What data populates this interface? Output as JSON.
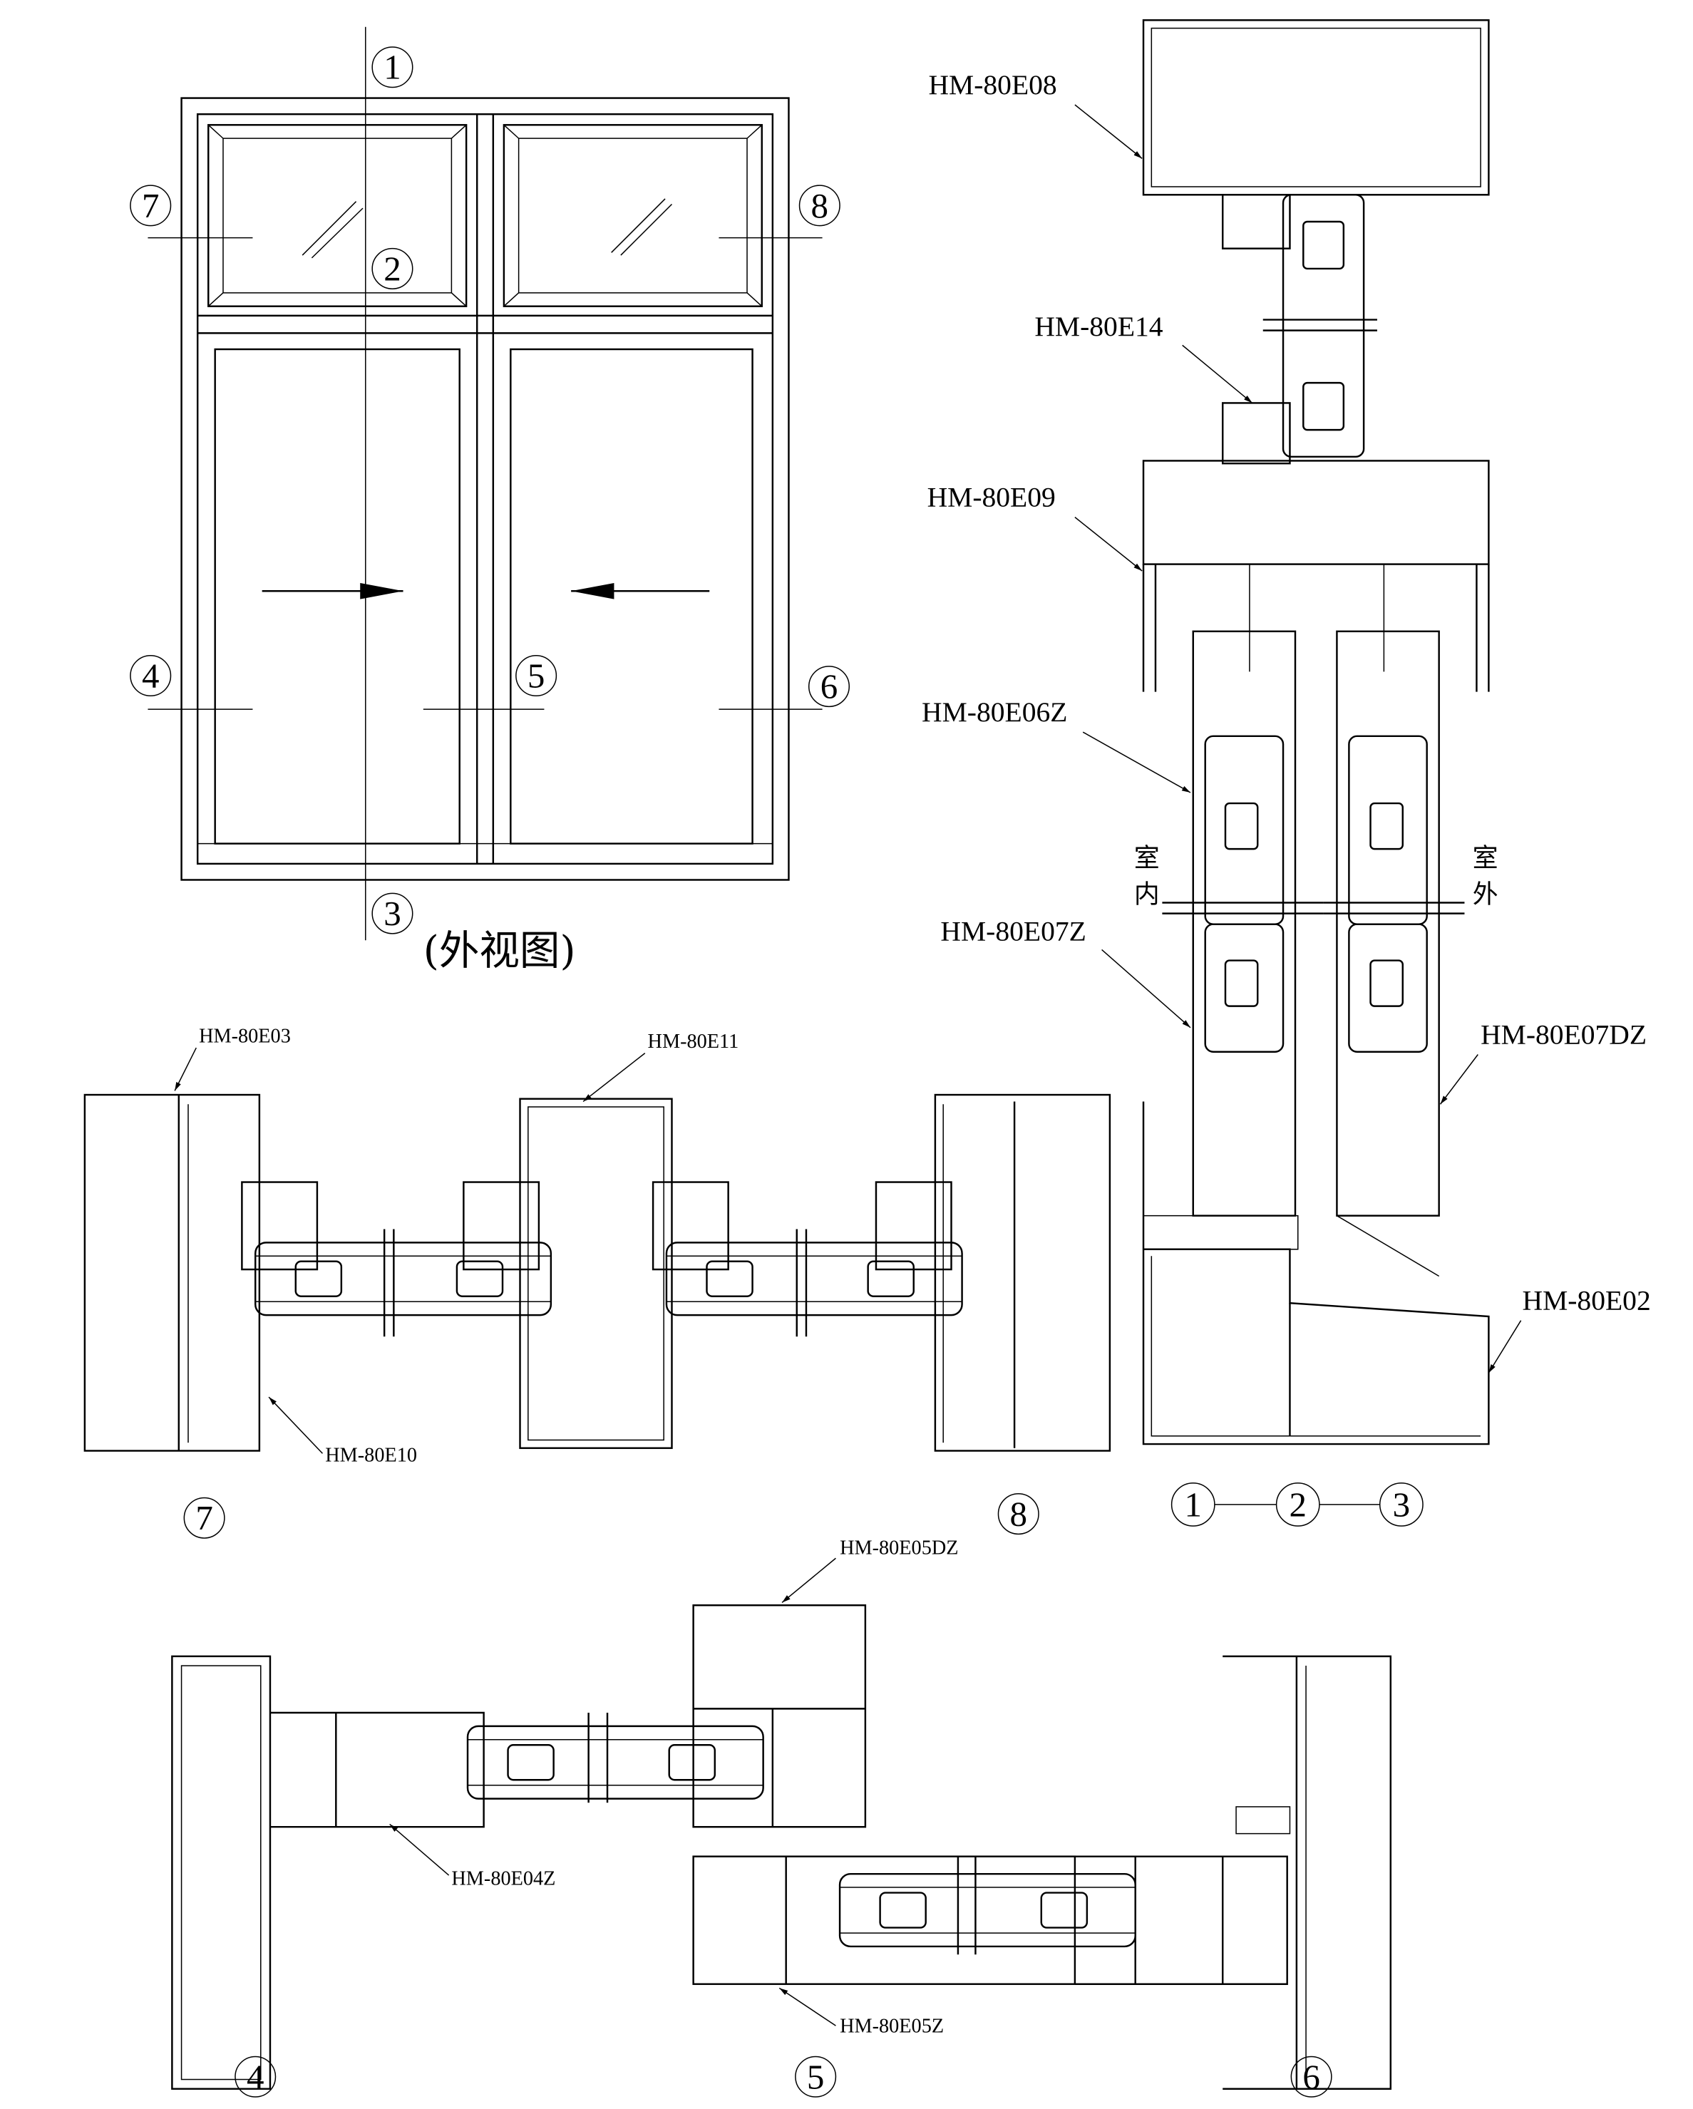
{
  "elevation": {
    "title": "(外视图)",
    "markers": [
      "1",
      "2",
      "3",
      "4",
      "5",
      "6",
      "7",
      "8"
    ]
  },
  "vertical_section": {
    "labels": [
      "HM-80E08",
      "HM-80E14",
      "HM-80E09",
      "HM-80E06Z",
      "HM-80E07Z",
      "HM-80E07DZ",
      "HM-80E02"
    ],
    "indoor": [
      "室",
      "内"
    ],
    "outdoor": [
      "室",
      "外"
    ],
    "markers": [
      "1",
      "2",
      "3"
    ]
  },
  "section_7_8": {
    "labels": [
      "HM-80E03",
      "HM-80E11",
      "HM-80E10"
    ],
    "markers": [
      "7",
      "8"
    ]
  },
  "section_4_5_6": {
    "labels": [
      "HM-80E05DZ",
      "HM-80E04Z",
      "HM-80E05Z"
    ],
    "markers": [
      "4",
      "5",
      "6"
    ]
  }
}
